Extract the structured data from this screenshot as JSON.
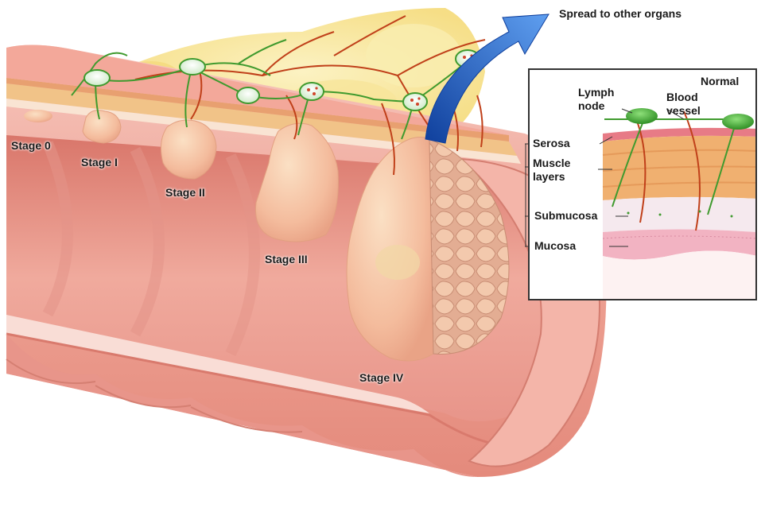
{
  "stages": [
    {
      "id": "stage-0",
      "label": "Stage 0"
    },
    {
      "id": "stage-1",
      "label": "Stage I"
    },
    {
      "id": "stage-2",
      "label": "Stage II"
    },
    {
      "id": "stage-3",
      "label": "Stage III"
    },
    {
      "id": "stage-4",
      "label": "Stage IV"
    }
  ],
  "spread_label": "Spread to other organs",
  "inset": {
    "title": "Normal",
    "lymph_node_line1": "Lymph",
    "lymph_node_line2": "node",
    "blood_vessel_line1": "Blood",
    "blood_vessel_line2": "vessel",
    "serosa": "Serosa",
    "muscle_line1": "Muscle",
    "muscle_line2": "layers",
    "submucosa": "Submucosa",
    "mucosa": "Mucosa"
  },
  "colors": {
    "tissue": "#f2a99a",
    "tumor": "#f7c9a8",
    "fat": "#f6e08a",
    "lymph_vessel": "#3f9a2e",
    "blood_vessel": "#c0401a",
    "arrow": "#1f5fc8"
  }
}
